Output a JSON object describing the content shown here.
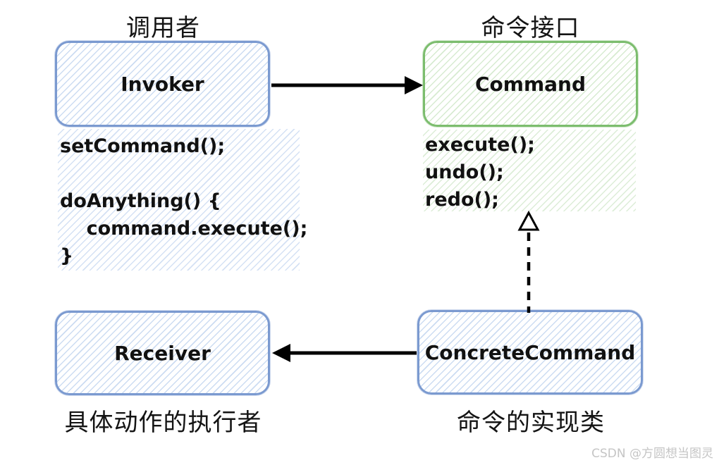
{
  "diagram": {
    "type": "uml-command-pattern",
    "titles": {
      "caller": "调用者",
      "command_interface": "命令接口"
    },
    "invoker": {
      "label": "Invoker",
      "code": "setCommand();\n\ndoAnything() {\n    command.execute();\n}"
    },
    "command": {
      "label": "Command",
      "code": "execute();\nundo();\nredo();"
    },
    "receiver": {
      "label": "Receiver",
      "caption": "具体动作的执行者"
    },
    "concrete_command": {
      "label": "ConcreteCommand",
      "caption": "命令的实现类"
    },
    "relations": [
      {
        "from": "Invoker",
        "to": "Command",
        "style": "solid-arrow"
      },
      {
        "from": "ConcreteCommand",
        "to": "Receiver",
        "style": "solid-arrow"
      },
      {
        "from": "ConcreteCommand",
        "to": "Command",
        "style": "dashed-hollow-triangle"
      }
    ],
    "colors": {
      "blue_border": "#7b9ad0",
      "blue_hatch": "#ccdcf2",
      "green_border": "#7cbd6e",
      "green_hatch": "#d7ebd1",
      "text": "#111111",
      "arrow": "#000000",
      "watermark_gray": "#c5c5c5"
    },
    "watermark": "CSDN @方圆想当图灵"
  }
}
